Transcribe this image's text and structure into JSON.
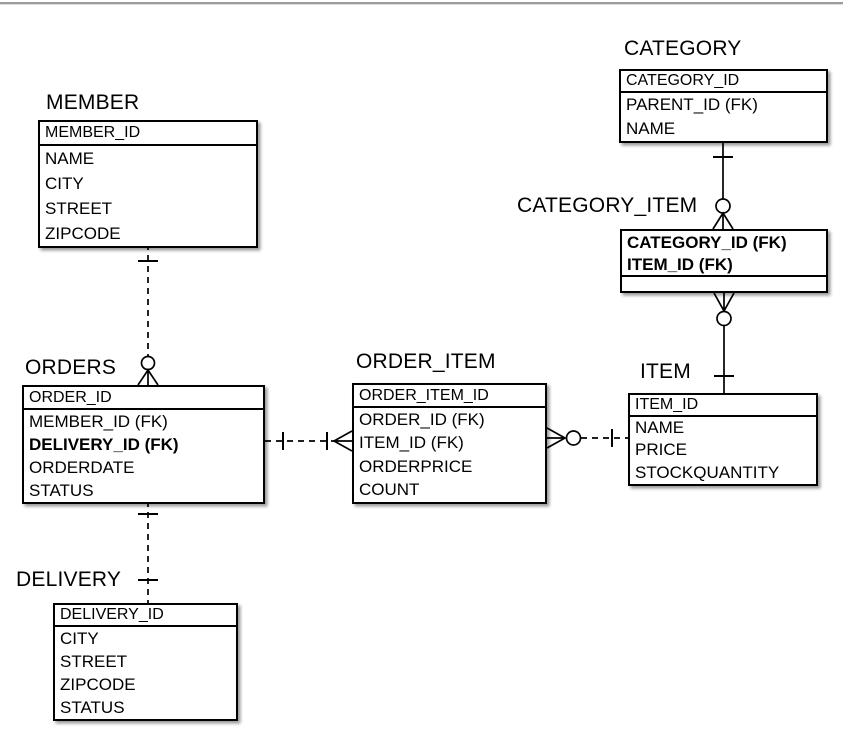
{
  "page": {
    "background": "#ffffff",
    "top_rule_color": "#9c9c9c"
  },
  "diagram": {
    "type": "er-diagram",
    "notation": "crows-foot",
    "line_color": "#000000",
    "entities": {
      "member": {
        "title": "MEMBER",
        "primary_key": "MEMBER_ID",
        "attributes": [
          "NAME",
          "CITY",
          "STREET",
          "ZIPCODE"
        ]
      },
      "orders": {
        "title": "ORDERS",
        "primary_key": "ORDER_ID",
        "attributes": [
          "MEMBER_ID (FK)",
          "DELIVERY_ID (FK)",
          "ORDERDATE",
          "STATUS"
        ]
      },
      "delivery": {
        "title": "DELIVERY",
        "primary_key": "DELIVERY_ID",
        "attributes": [
          "CITY",
          "STREET",
          "ZIPCODE",
          "STATUS"
        ]
      },
      "order_item": {
        "title": "ORDER_ITEM",
        "primary_key": "ORDER_ITEM_ID",
        "attributes": [
          "ORDER_ID (FK)",
          "ITEM_ID (FK)",
          "ORDERPRICE",
          "COUNT"
        ]
      },
      "category": {
        "title": "CATEGORY",
        "primary_key": "CATEGORY_ID",
        "attributes": [
          "PARENT_ID (FK)",
          "NAME"
        ]
      },
      "category_item": {
        "title": "CATEGORY_ITEM",
        "primary_keys": [
          "CATEGORY_ID (FK)",
          "ITEM_ID (FK)"
        ],
        "attributes": []
      },
      "item": {
        "title": "ITEM",
        "primary_key": "ITEM_ID",
        "attributes": [
          "NAME",
          "PRICE",
          "STOCKQUANTITY"
        ]
      }
    },
    "relationships": [
      {
        "name": "member-orders",
        "from": "MEMBER",
        "from_cardinality": "one",
        "to": "ORDERS",
        "to_cardinality": "zero-or-many",
        "line_style": "dashed"
      },
      {
        "name": "orders-delivery",
        "from": "ORDERS",
        "from_cardinality": "one",
        "to": "DELIVERY",
        "to_cardinality": "one",
        "line_style": "dashed"
      },
      {
        "name": "orders-order-item",
        "from": "ORDERS",
        "from_cardinality": "one",
        "to": "ORDER_ITEM",
        "to_cardinality": "one-or-many",
        "line_style": "dashed"
      },
      {
        "name": "order-item-item",
        "from": "ORDER_ITEM",
        "from_cardinality": "zero-or-many",
        "to": "ITEM",
        "to_cardinality": "one",
        "line_style": "dashed"
      },
      {
        "name": "category-category-item",
        "from": "CATEGORY",
        "from_cardinality": "one",
        "to": "CATEGORY_ITEM",
        "to_cardinality": "zero-or-many",
        "line_style": "solid"
      },
      {
        "name": "category-item-item",
        "from": "CATEGORY_ITEM",
        "from_cardinality": "zero-or-many",
        "to": "ITEM",
        "to_cardinality": "one",
        "line_style": "solid"
      }
    ]
  }
}
